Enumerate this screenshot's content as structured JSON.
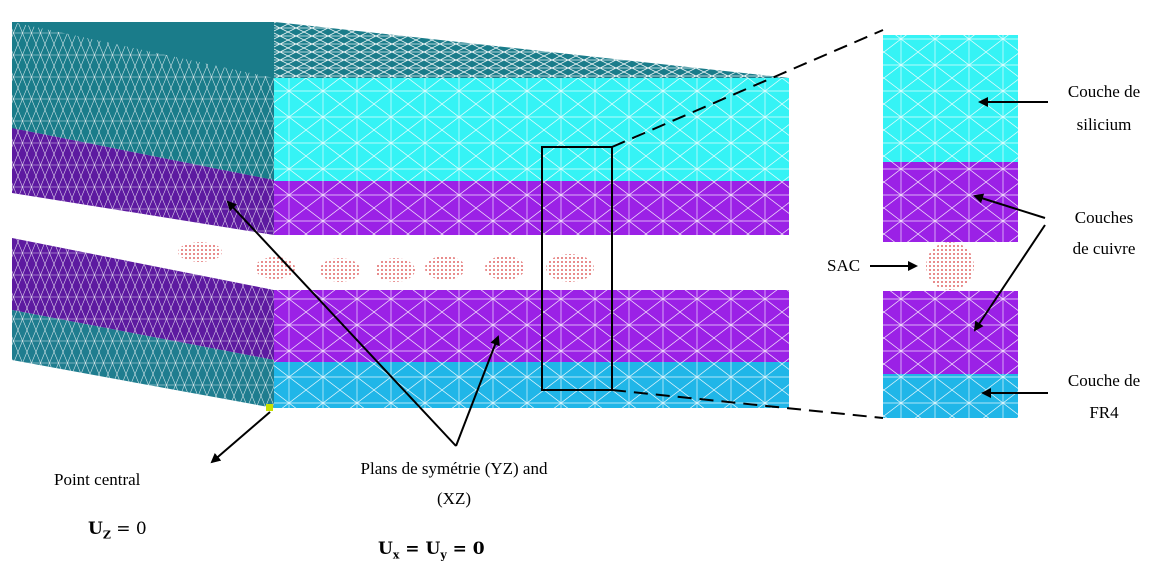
{
  "labels": {
    "silicon_layer": [
      "Couche de",
      "silicium"
    ],
    "copper_layers": [
      "Couches",
      "de cuivre"
    ],
    "sac": "SAC",
    "fr4_layer": [
      "Couche de",
      "FR4"
    ],
    "central_point": "Point central",
    "symmetry_planes": [
      "Plans de symétrie (YZ) and",
      "(XZ)"
    ]
  },
  "boundary_conditions": {
    "uz": {
      "var": "U",
      "sub": "Z",
      "rest": " = 0"
    },
    "uxy": {
      "var1": "U",
      "sub1": "x",
      "mid": " = ",
      "var2": "U",
      "sub2": "y",
      "rest": " = 0"
    }
  },
  "colors": {
    "silicon": "#35f3f5",
    "silicon_side": "#1a7c8a",
    "copper": "#9b21e6",
    "copper_side": "#5d1aa0",
    "fr4": "#20b6e8",
    "fr4_side": "#1f7d8f",
    "solder": "#d83a3a",
    "mesh": "#ffffff"
  }
}
